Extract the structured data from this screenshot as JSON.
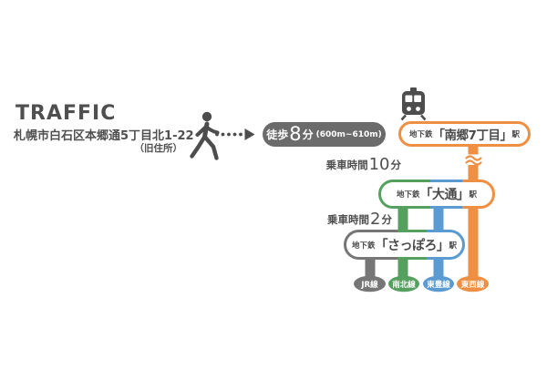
{
  "header": {
    "title": "TRAFFIC",
    "address": "札幌市白石区本郷通5丁目北1-22",
    "address_note": "（旧住所）"
  },
  "walk": {
    "label": "徒歩",
    "minutes": "8",
    "unit": "分",
    "distance": "(600m~610m)"
  },
  "rides": [
    {
      "label": "乗車時間",
      "minutes": "10",
      "unit": "分"
    },
    {
      "label": "乗車時間",
      "minutes": "2",
      "unit": "分"
    }
  ],
  "stations": [
    {
      "prefix": "地下鉄",
      "name": "「南郷7丁目」",
      "suffix": "駅",
      "border_colors": [
        "#ee8f43"
      ]
    },
    {
      "prefix": "地下鉄",
      "name": "「大通」",
      "suffix": "駅",
      "border_colors": [
        "#55a05e",
        "#5b9bd1",
        "#ee8f43"
      ]
    },
    {
      "prefix": "地下鉄",
      "name": "「さっぽろ」",
      "suffix": "駅",
      "border_colors": [
        "#767676",
        "#55a05e",
        "#5b9bd1"
      ]
    }
  ],
  "legend": [
    {
      "label": "JR線",
      "color": "#767676"
    },
    {
      "label": "南北線",
      "color": "#55a05e"
    },
    {
      "label": "東豊線",
      "color": "#5b9bd1"
    },
    {
      "label": "東西線",
      "color": "#ee8f43"
    }
  ],
  "icons": {
    "walker": "walking-person-icon",
    "train": "train-icon",
    "arrow": "dotted-arrow-icon",
    "wave": "line-break-wave-icon"
  },
  "colors": {
    "background": "#ffffff",
    "text": "#4f4f4f",
    "icon_dark": "#4d4d4d",
    "walk_badge_bg": "#6b6b6b",
    "station_text": "#4a4a4a",
    "line_jr": "#767676",
    "line_namboku": "#55a05e",
    "line_toho": "#5b9bd1",
    "line_tozai": "#ee8f43"
  }
}
